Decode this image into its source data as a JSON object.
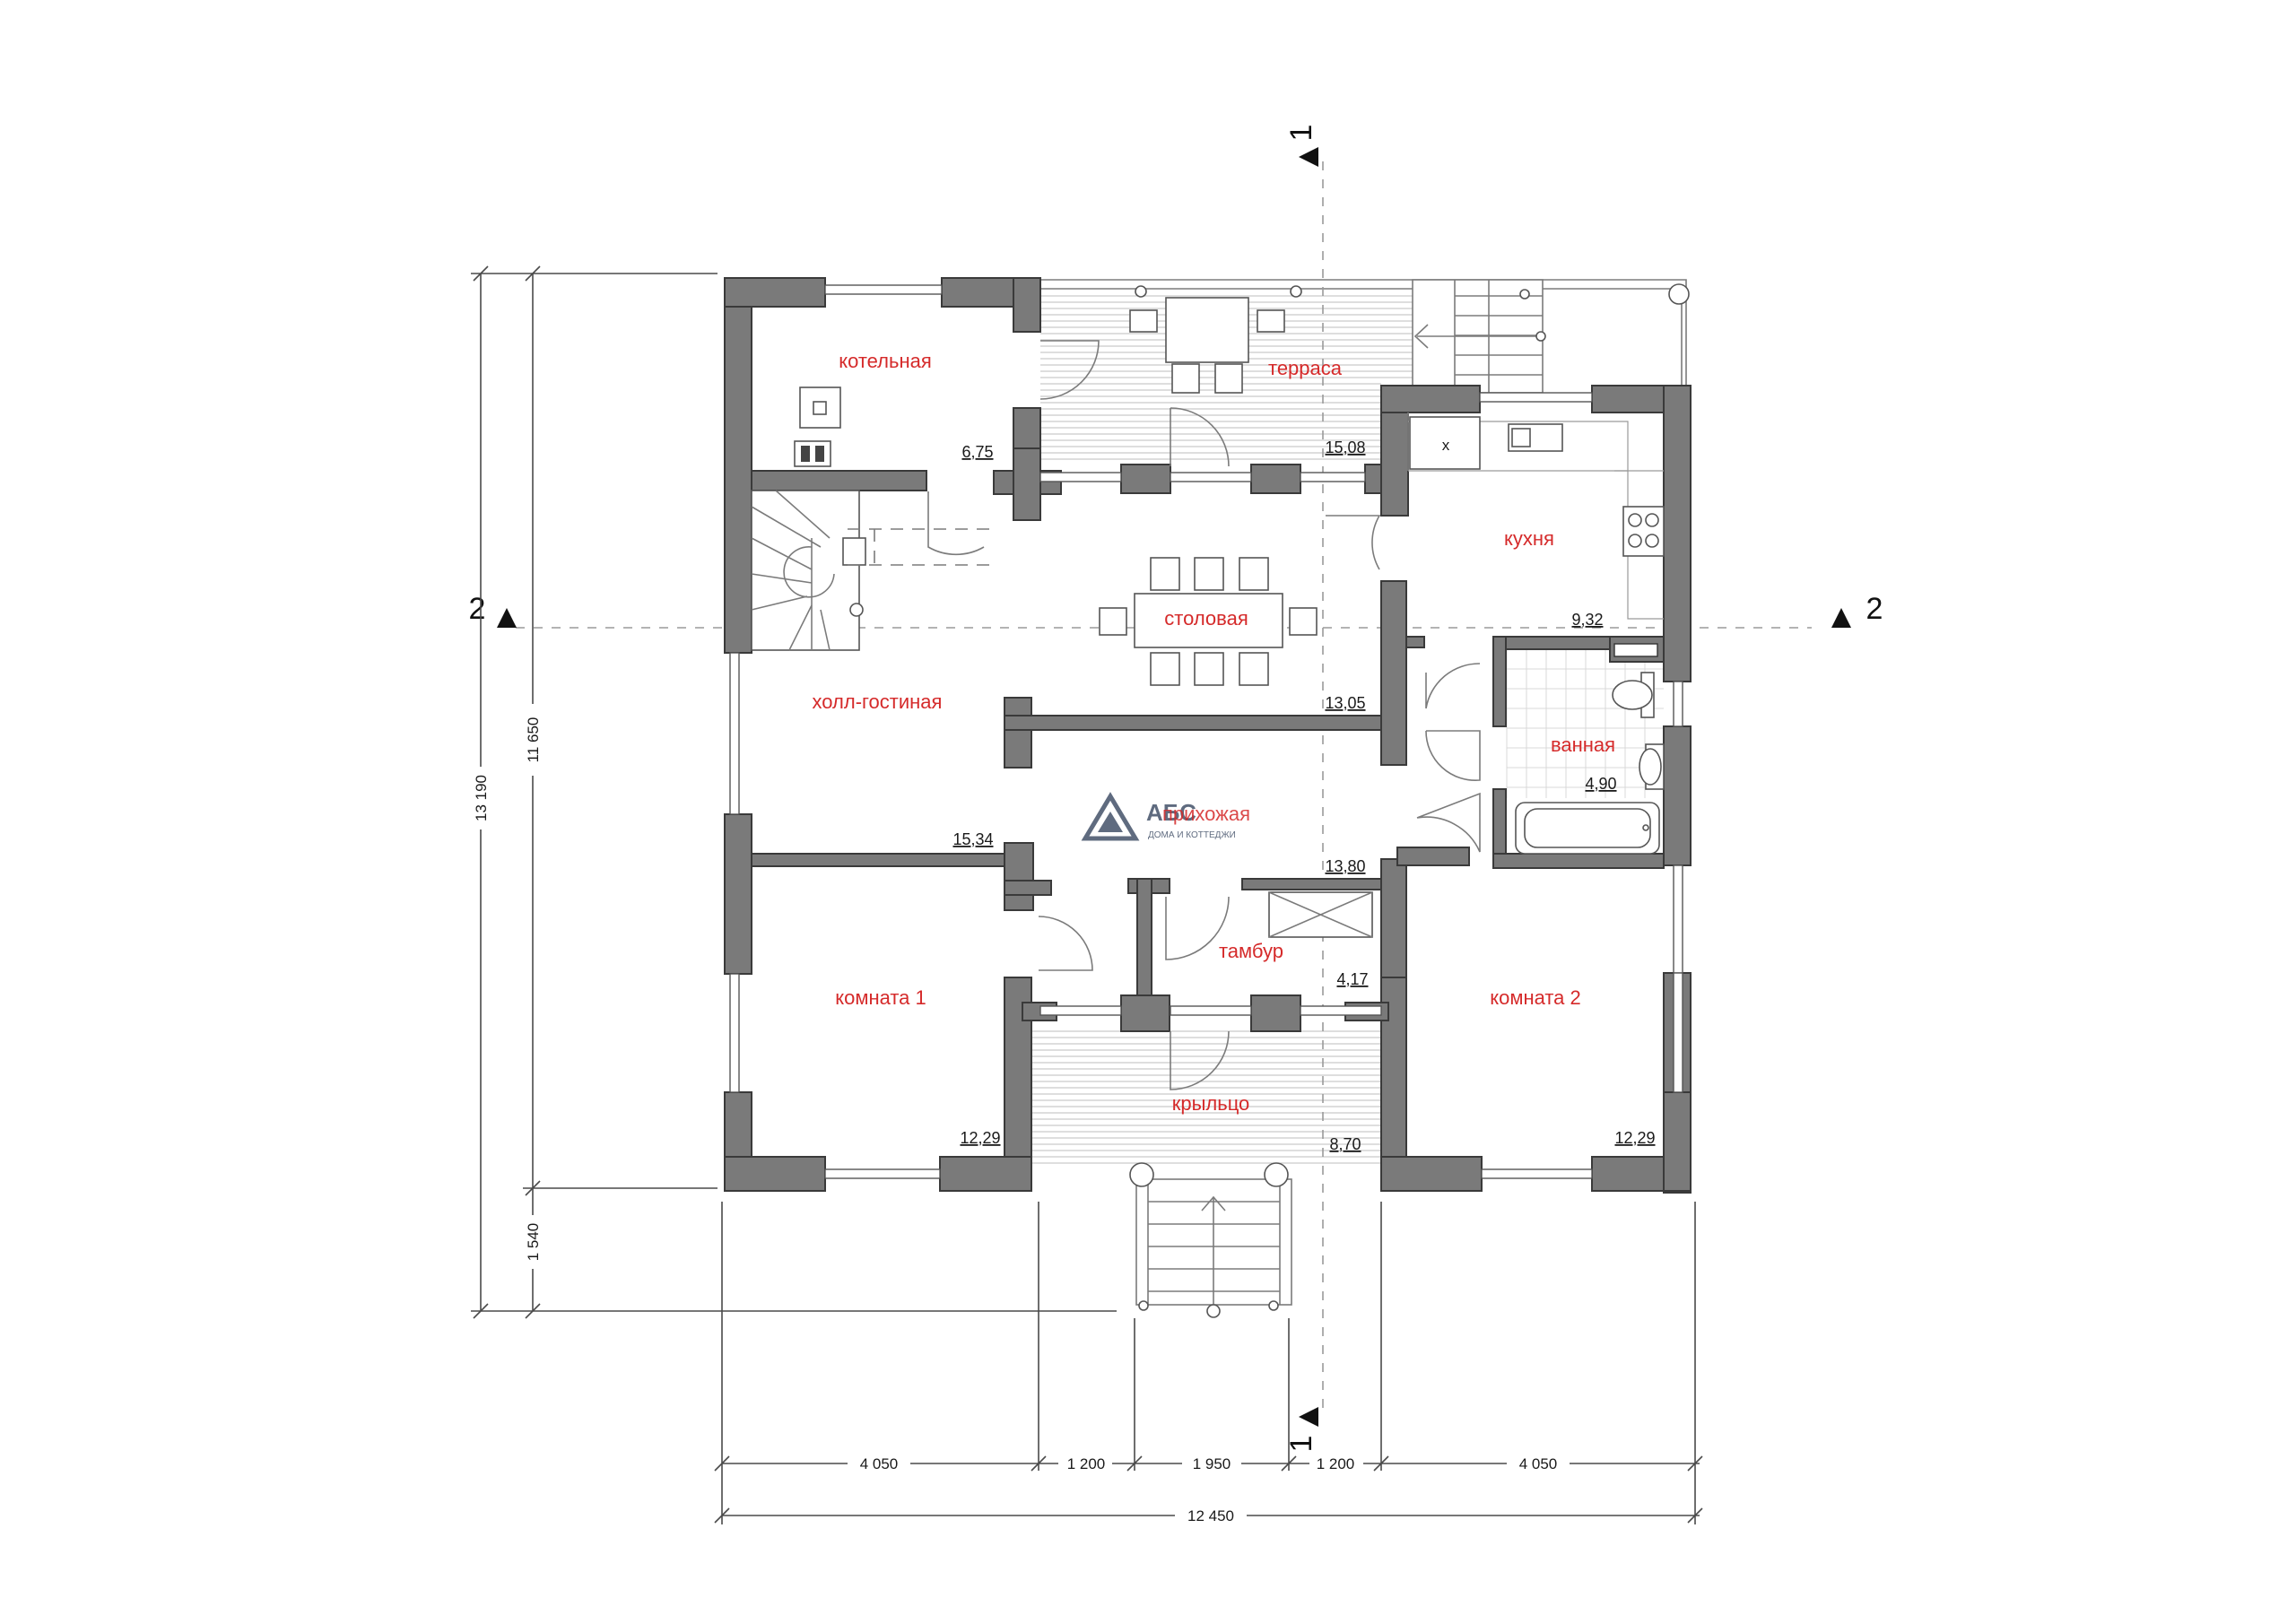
{
  "rooms": {
    "boiler": {
      "name": "котельная",
      "area": "6,75"
    },
    "terrace": {
      "name": "терраса",
      "area": "15,08"
    },
    "kitchen": {
      "name": "кухня",
      "area": "9,32"
    },
    "dining": {
      "name": "столовая",
      "area": "13,05"
    },
    "hall": {
      "name": "холл-гостиная",
      "area": "15,34"
    },
    "bathroom": {
      "name": "ванная",
      "area": "4,90"
    },
    "lobby": {
      "name": "прихожая",
      "area": "13,80"
    },
    "vestibule": {
      "name": "тамбур",
      "area": "4,17"
    },
    "room1": {
      "name": "комната 1",
      "area": "12,29"
    },
    "room2": {
      "name": "комната 2",
      "area": "12,29"
    },
    "porch": {
      "name": "крыльцо",
      "area": "8,70"
    }
  },
  "dimensions": {
    "left_total": "13 190",
    "left_main": "11 650",
    "left_porch": "1 540",
    "bottom_segments": [
      "4 050",
      "1 200",
      "1 950",
      "1 200",
      "4 050"
    ],
    "bottom_total": "12 450"
  },
  "section_marks": {
    "section1": "1",
    "section2": "2"
  },
  "stove_mark": "x",
  "logo": {
    "text": "АБС",
    "subtitle": "ДОМА И КОТТЕДЖИ"
  },
  "colors": {
    "room_label": "#d52a2a",
    "wall": "#7a7a7a",
    "logo": "#2a3a55"
  }
}
